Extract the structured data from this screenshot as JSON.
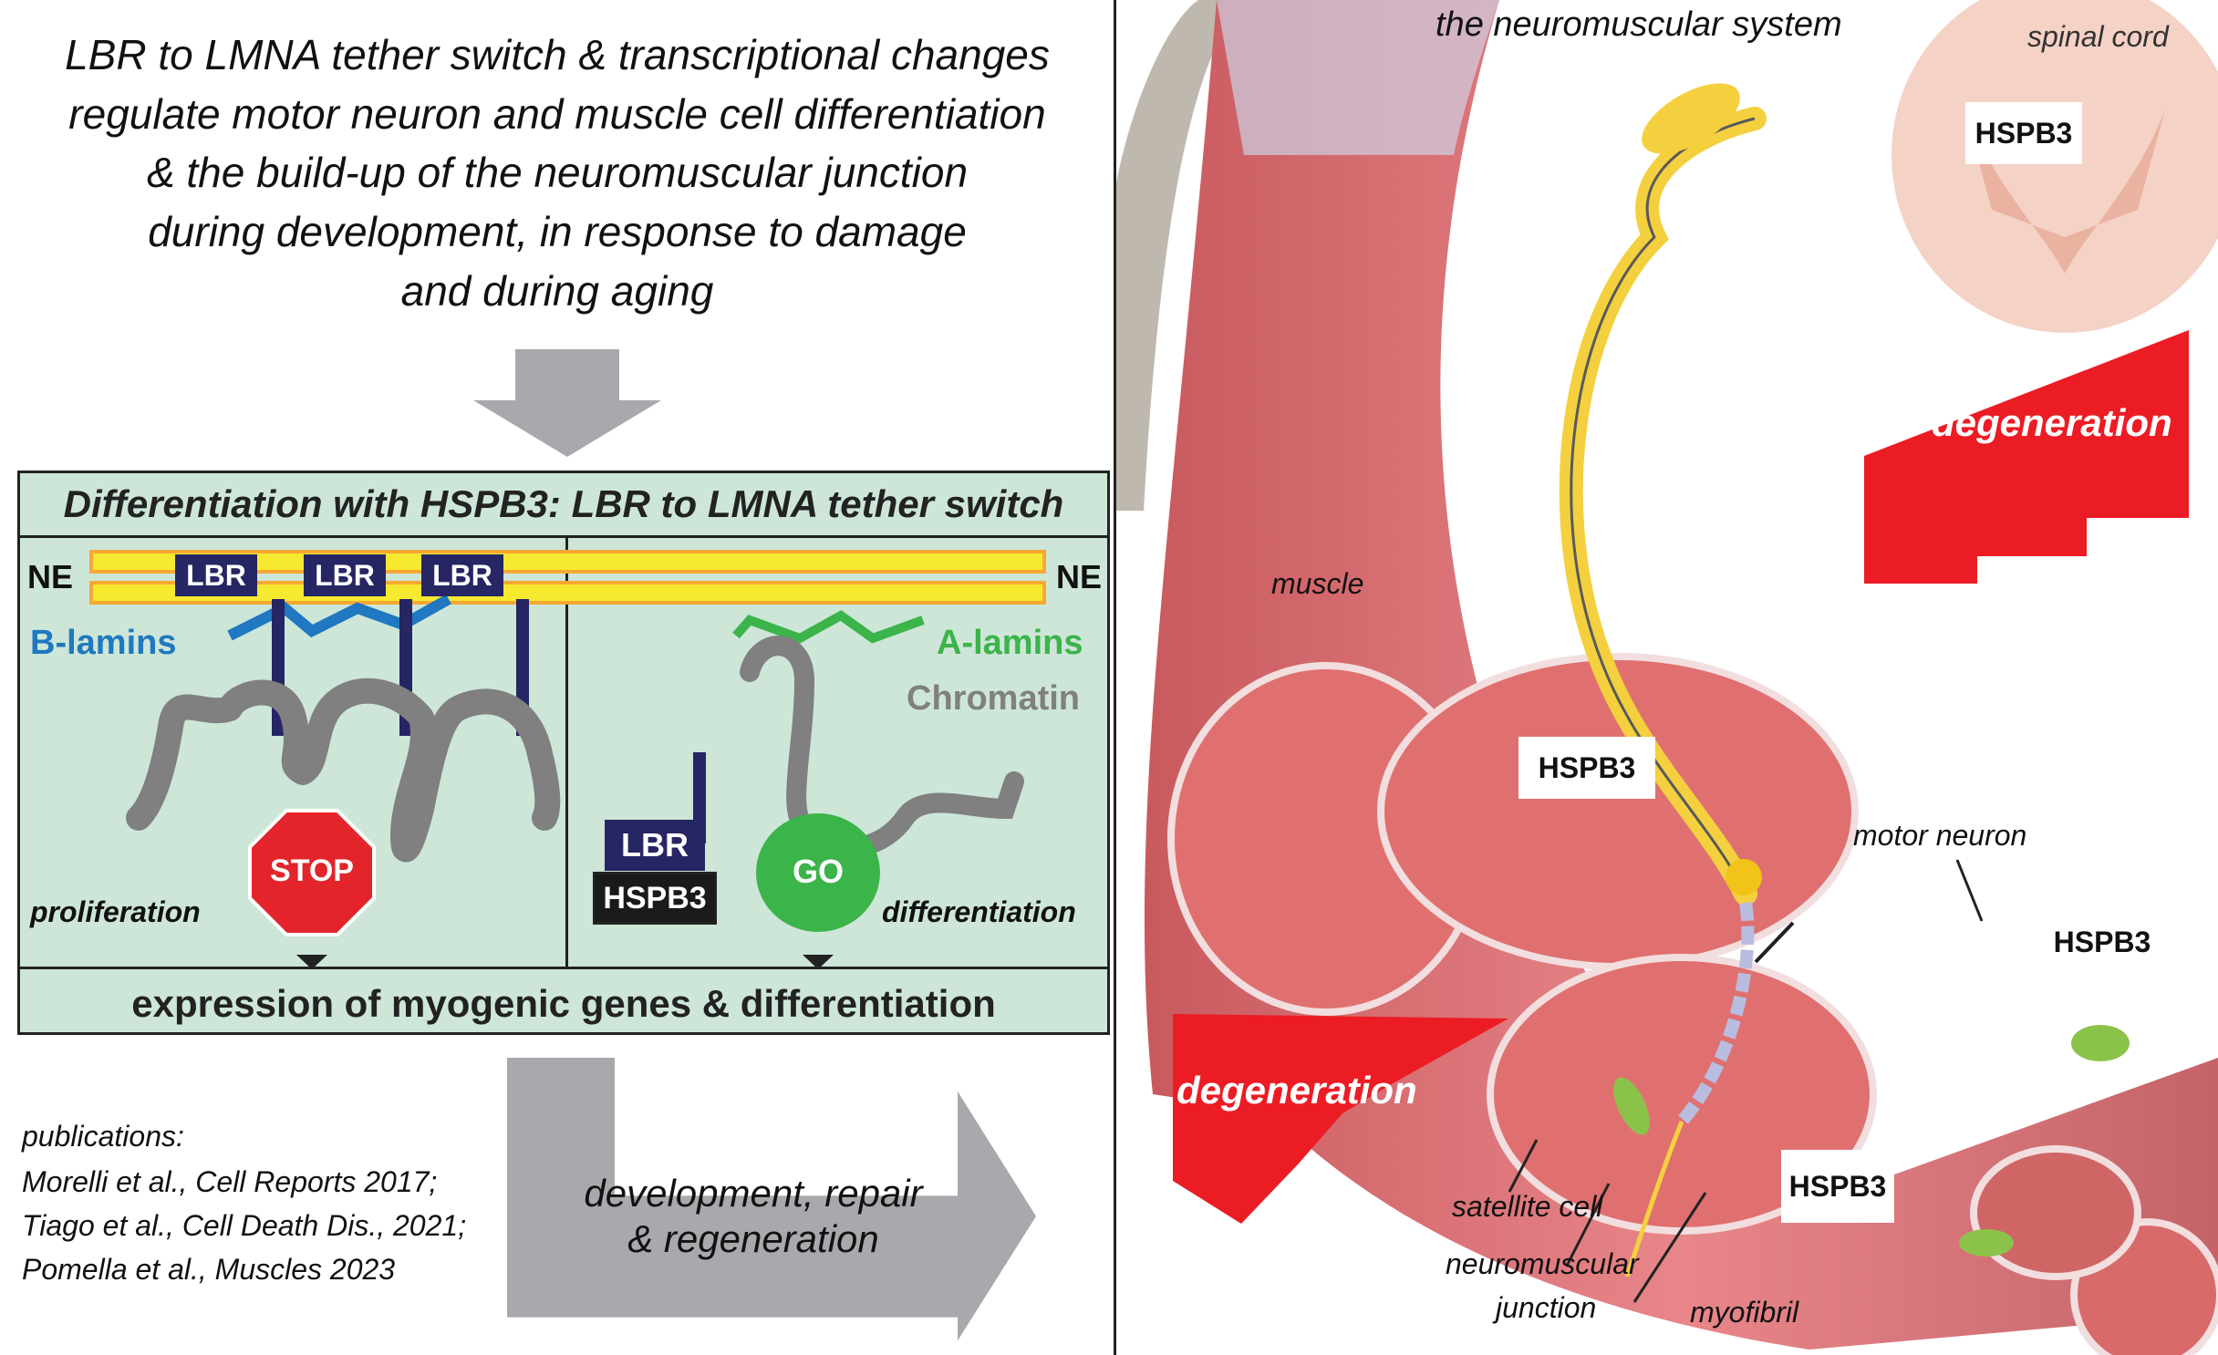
{
  "header": {
    "lines": [
      "LBR to LMNA tether switch & transcriptional changes",
      "regulate motor neuron and muscle cell differentiation",
      "& the build-up of the neuromuscular junction",
      "during development, in response to damage",
      "and during aging"
    ]
  },
  "panel": {
    "title": "Differentiation with HSPB3: LBR to LMNA tether switch",
    "left": {
      "ne_label": "NE",
      "lbr_labels": [
        "LBR",
        "LBR",
        "LBR"
      ],
      "b_lamins": "B-lamins",
      "stop": "STOP",
      "state": "proliferation"
    },
    "right": {
      "ne_label": "NE",
      "a_lamins": "A-lamins",
      "chromatin": "Chromatin",
      "lbr": "LBR",
      "hspb3": "HSPB3",
      "go": "GO",
      "state": "differentiation"
    },
    "bottom": "expression of myogenic genes & differentiation"
  },
  "publications": {
    "heading": "publications:",
    "items": [
      "Morelli et al., Cell Reports 2017;",
      "Tiago et al., Cell Death Dis., 2021;",
      "Pomella et al., Muscles 2023"
    ]
  },
  "outcome_arrow": {
    "lines": [
      "development, repair",
      "& regeneration"
    ]
  },
  "illustration": {
    "title": "the neuromuscular system",
    "labels": {
      "spinal_cord": "spinal cord",
      "muscle": "muscle",
      "motor_neuron": "motor neuron",
      "satellite_cell": "satellite cell",
      "nmj_line1": "neuromuscular",
      "nmj_line2": "junction",
      "myofibril": "myofibril"
    },
    "hspb3_tags": [
      "HSPB3",
      "HSPB3",
      "HSPB3",
      "HSPB3"
    ],
    "degeneration": [
      "degeneration",
      "degeneration"
    ]
  },
  "colors": {
    "panel_bg": "#cde6d8",
    "lbr": "#252663",
    "b_lamins": "#1f78c1",
    "a_lamins": "#3bb44a",
    "chromatin": "#808080",
    "stop": "#e3242b",
    "go": "#3bb44a",
    "ne_fill": "#f7e92f",
    "ne_border": "#f6a833",
    "degeneration": "#ec1c24",
    "arrow": "#a7a9ac"
  }
}
